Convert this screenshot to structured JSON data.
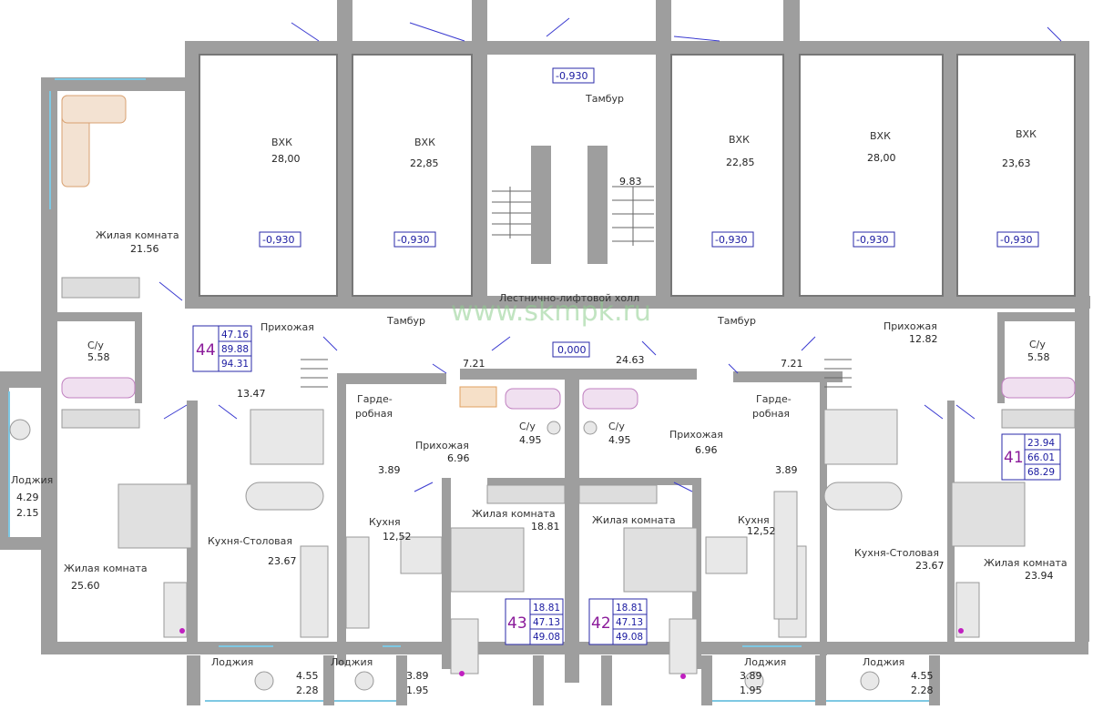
{
  "watermark": "www.skmpk.ru",
  "colors": {
    "wall": "#9e9e9e",
    "level_box": "#2a2aa8",
    "apt_number": "#8a1a9a",
    "furniture": "#aaaaaa",
    "window": "#7ec8e3"
  },
  "labels": {
    "vhk": "ВХК",
    "vestibule": "Тамбур",
    "stair_hall": "Лестнично-лифтовой холл",
    "living_room": "Жилая комната",
    "hallway": "Прихожая",
    "bath": "С/у",
    "wardrobe_1": "Гарде-",
    "wardrobe_2": "робная",
    "kitchen": "Кухня",
    "kitchen_dining": "Кухня-Столовая",
    "loggia": "Лоджия"
  },
  "levels": {
    "minus": "-0,930",
    "zero": "0,000"
  },
  "areas": {
    "vhk1": "28,00",
    "vhk2": "22,85",
    "vhk3": "22,85",
    "vhk4": "28,00",
    "vhk5": "23,63",
    "living_tl": "21.56",
    "bath_l": "5.58",
    "hall_44": "13.47",
    "stair_small": "9.83",
    "hall_c1": "7.21",
    "hall_c2": "24.63",
    "hall_c3": "7.21",
    "hall_41": "12.82",
    "bath_r": "5.58",
    "loggia_l1": "4.29",
    "loggia_l2": "2.15",
    "wardrobe_l": "3.89",
    "hall_43": "6.96",
    "bath_43": "4.95",
    "bath_42": "4.95",
    "hall_42": "6.96",
    "wardrobe_r": "3.89",
    "living_43": "18.81",
    "kitchen_43": "12,52",
    "kitchen_42": "12,52",
    "living_44": "25.60",
    "kitchen_dining_l": "23.67",
    "kitchen_dining_r": "23.67",
    "living_41": "23.94",
    "loggia_b1a": "4.55",
    "loggia_b1b": "2.28",
    "loggia_b2a": "3.89",
    "loggia_b2b": "1.95",
    "loggia_b3a": "3.89",
    "loggia_b3b": "1.95",
    "loggia_b4a": "4.55",
    "loggia_b4b": "2.28"
  },
  "apartments": [
    {
      "number": "44",
      "values": [
        "47.16",
        "89.88",
        "94.31"
      ]
    },
    {
      "number": "41",
      "values": [
        "23.94",
        "66.01",
        "68.29"
      ]
    },
    {
      "number": "43",
      "values": [
        "18.81",
        "47.13",
        "49.08"
      ]
    },
    {
      "number": "42",
      "values": [
        "18.81",
        "47.13",
        "49.08"
      ]
    }
  ]
}
